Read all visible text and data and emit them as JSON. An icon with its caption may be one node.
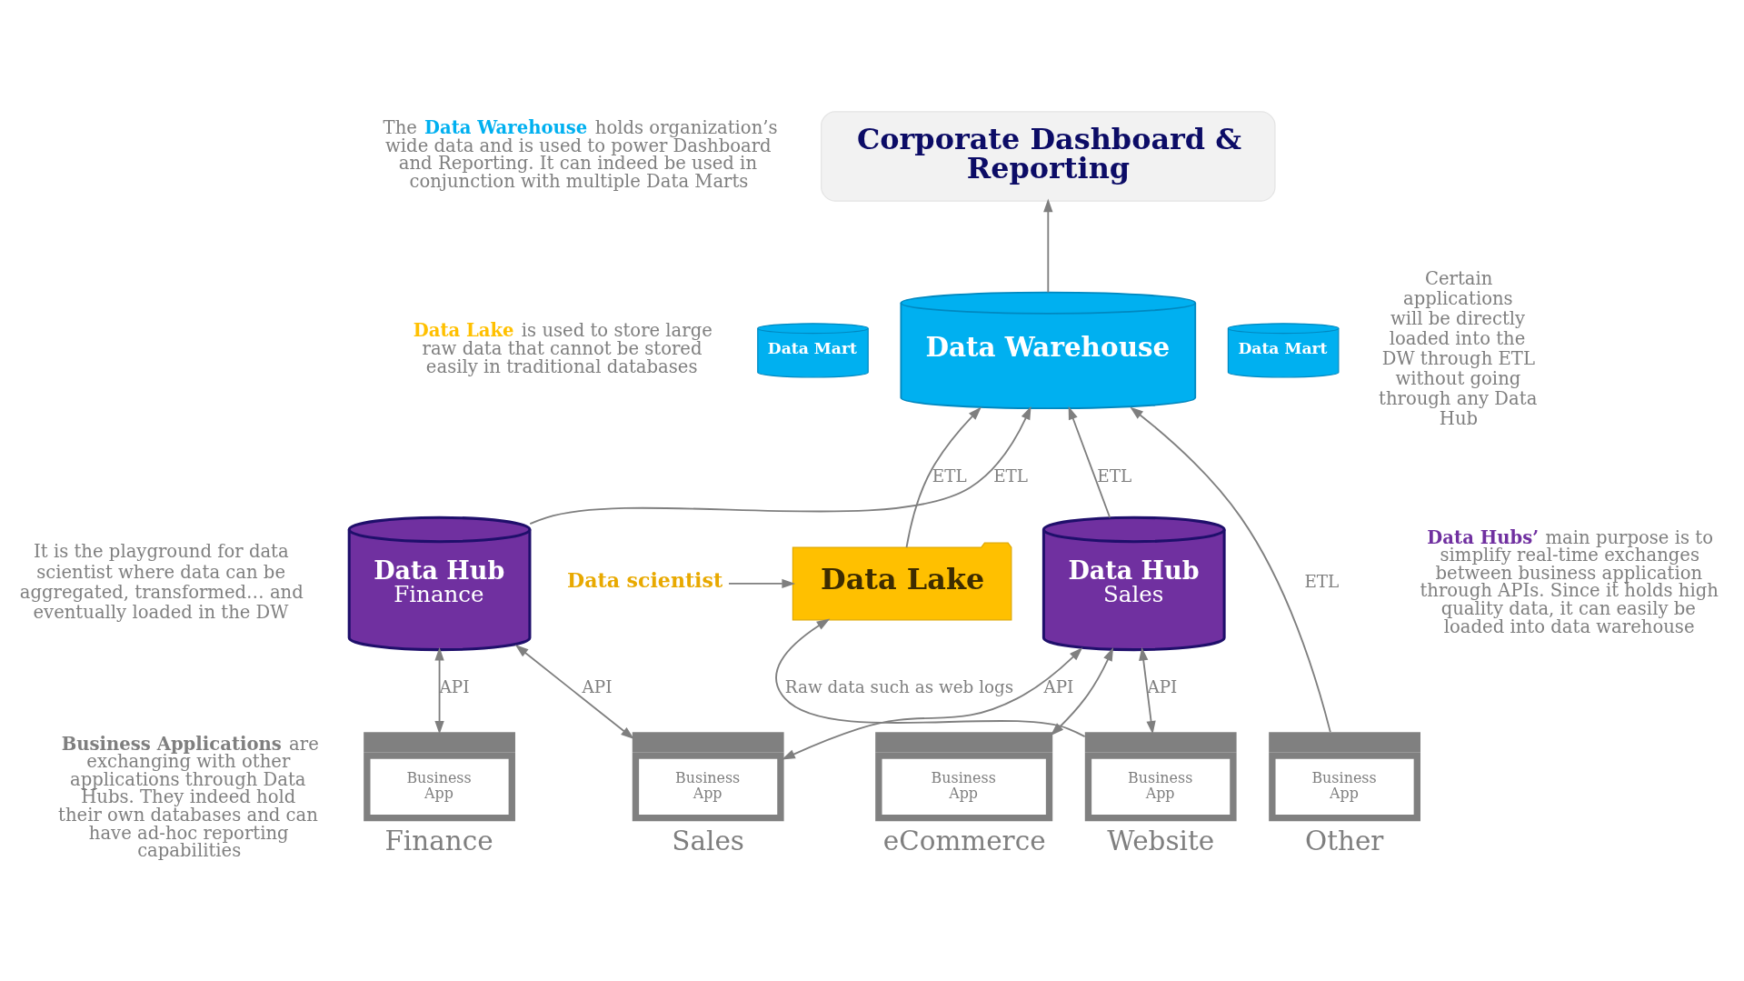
{
  "diagram": {
    "nodes": [
      {
        "text": [
          "Corporate Dashboard & Reporting"
        ]
      },
      {
        "text": [
          "Data Warehouse"
        ]
      },
      {
        "text": [
          "Data Mart"
        ]
      },
      {
        "text": [
          "Data Mart"
        ]
      },
      {
        "text": [
          "Data Hub",
          "Finance"
        ]
      },
      {
        "text": [
          "Data Hub",
          "Sales"
        ]
      },
      {
        "text": [
          "Data Lake"
        ]
      },
      {
        "text": [
          "Data scientist"
        ]
      },
      {
        "text": [
          "Business App",
          "Finance"
        ]
      },
      {
        "text": [
          "Business App",
          "Sales"
        ]
      },
      {
        "text": [
          "Business App",
          "eCommerce"
        ]
      },
      {
        "text": [
          "Business App",
          "Website"
        ]
      },
      {
        "text": [
          "Business App",
          "Other"
        ]
      }
    ],
    "edges": [
      {
        "from": 1,
        "to": 0,
        "arrow": "to"
      },
      {
        "from": 6,
        "to": 1,
        "arrow": "to",
        "label": "ETL"
      },
      {
        "from": 4,
        "to": 1,
        "arrow": "to",
        "label": "ETL"
      },
      {
        "from": 5,
        "to": 1,
        "arrow": "to",
        "label": "ETL"
      },
      {
        "from": 12,
        "to": 1,
        "arrow": "to",
        "label": "ETL"
      },
      {
        "from": 8,
        "to": 4,
        "arrow": "both",
        "label": "API"
      },
      {
        "from": 9,
        "to": 4,
        "arrow": "both",
        "label": "API"
      },
      {
        "from": 9,
        "to": 5,
        "arrow": "both",
        "label": "API"
      },
      {
        "from": 10,
        "to": 5,
        "arrow": "both"
      },
      {
        "from": 11,
        "to": 5,
        "arrow": "both",
        "label": "API"
      },
      {
        "from": 7,
        "to": 6,
        "arrow": "to"
      },
      {
        "from": 11,
        "to": 6,
        "arrow": "to",
        "label": "Raw data such as web logs"
      }
    ],
    "labels": [
      "The **Data Warehouse** holds organization’s wide data and is used to power Dashboard and Reporting. It can indeed be used in conjunction with multiple Data Marts",
      "**Data Lake** is used to store large raw data that cannot be stored easily in traditional databases",
      "It is the playground for data scientist where data can be aggregated, transformed… and eventually loaded in the DW",
      "**Data Hubs’** main purpose is to simplify real-time exchanges between business application through APIs. Since it holds high quality data, it can easily be loaded into data warehouse",
      "Certain applications will be directly loaded into the DW through ETL without going through any Data Hub",
      "**Business Applications** are exchanging with other applications through Data Hubs. They indeed hold their own databases and can have ad-hoc reporting capabilities"
    ]
  }
}
